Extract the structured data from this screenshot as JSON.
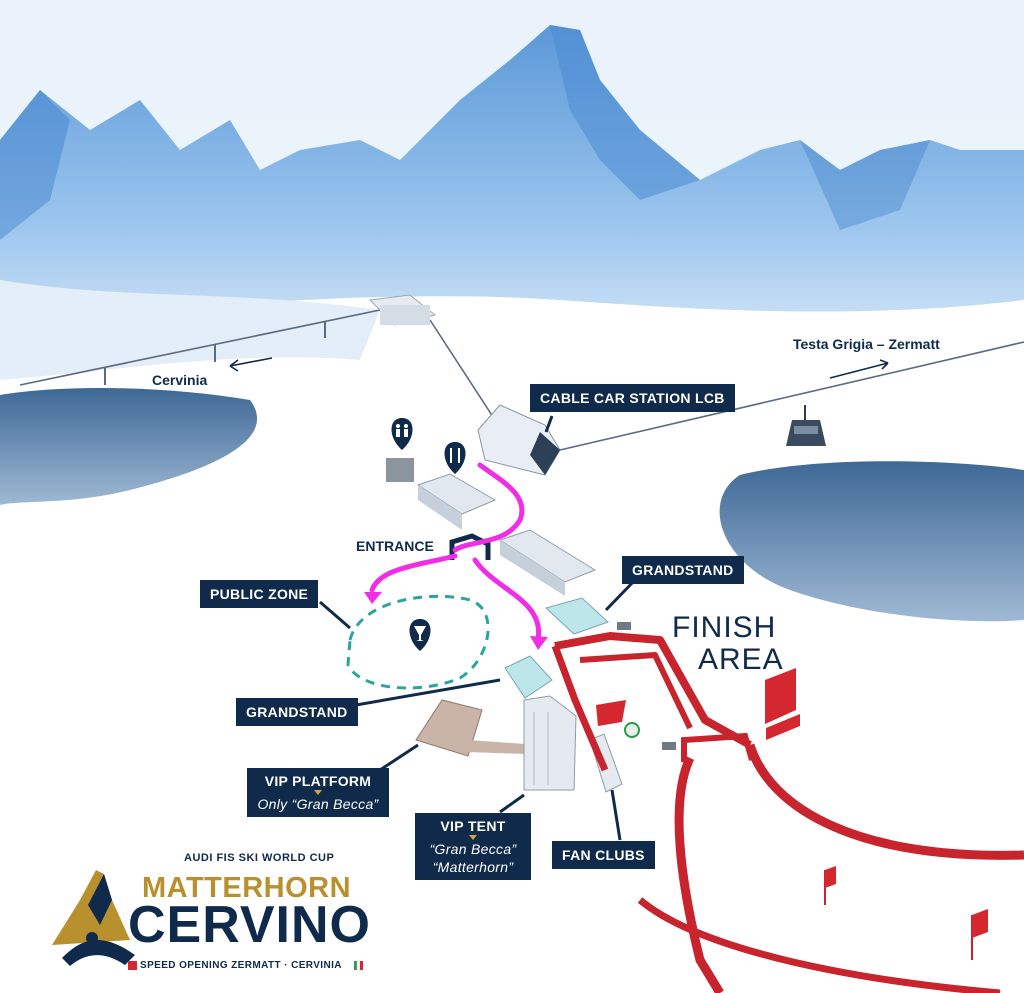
{
  "map": {
    "labels": {
      "cable_car_station": "CABLE CAR STATION LCB",
      "entrance": "ENTRANCE",
      "public_zone": "PUBLIC ZONE",
      "grandstand_right": "GRANDSTAND",
      "grandstand_left": "GRANDSTAND",
      "finish_area_line1": "FINISH",
      "finish_area_line2": "AREA",
      "vip_platform": "VIP PLATFORM",
      "vip_platform_sub": "Only “Gran Becca”",
      "vip_tent": "VIP TENT",
      "vip_tent_sub1": "“Gran Becca”",
      "vip_tent_sub2": "“Matterhorn”",
      "fan_clubs": "FAN CLUBS",
      "cervinia": "Cervinia",
      "testa_grigia": "Testa Grigia – Zermatt"
    },
    "colors": {
      "route": "#ef2ee6",
      "course": "#c8242e",
      "public_zone_outline": "#2aa59a",
      "label_bg": "#0f2a4a",
      "mountain": "#7fb4e6",
      "lake": "#6b93bd"
    },
    "icons": [
      "restroom-icon",
      "restaurant-icon",
      "drinks-icon",
      "gondola-icon"
    ]
  },
  "logo": {
    "top": "AUDI FIS SKI WORLD CUP",
    "line1": "MATTERHORN",
    "line2": "CERVINO",
    "bottom": "SPEED OPENING ZERMATT · CERVINIA"
  }
}
